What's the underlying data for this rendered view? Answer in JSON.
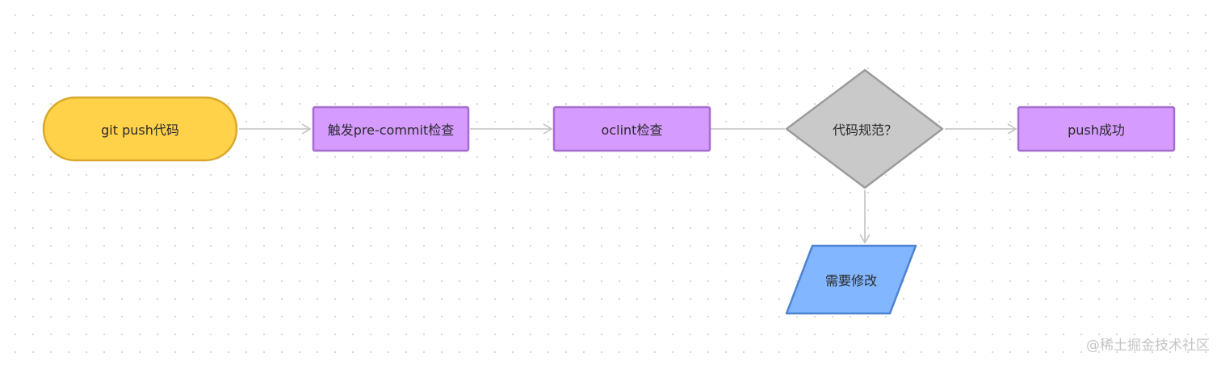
{
  "flowchart": {
    "nodes": {
      "start": {
        "label": "git push代码",
        "shape": "terminator",
        "fill": "#ffd24a",
        "stroke": "#d9a72a"
      },
      "trigger": {
        "label": "触发pre-commit检查",
        "shape": "process",
        "fill": "#d59bff",
        "stroke": "#a56ccf"
      },
      "oclint": {
        "label": "oclint检查",
        "shape": "process",
        "fill": "#d59bff",
        "stroke": "#a56ccf"
      },
      "decision": {
        "label": "代码规范？",
        "shape": "decision",
        "fill": "#c9c9c9",
        "stroke": "#9b9b9b"
      },
      "success": {
        "label": "push成功",
        "shape": "process",
        "fill": "#d59bff",
        "stroke": "#a56ccf"
      },
      "fix": {
        "label": "需要修改",
        "shape": "io",
        "fill": "#82b6ff",
        "stroke": "#4f83d1"
      }
    },
    "edges": [
      {
        "from": "start",
        "to": "trigger"
      },
      {
        "from": "trigger",
        "to": "oclint"
      },
      {
        "from": "oclint",
        "to": "decision"
      },
      {
        "from": "decision",
        "to": "success"
      },
      {
        "from": "decision",
        "to": "fix"
      }
    ],
    "connector_color": "#c2c2c2"
  },
  "watermark": "@稀土掘金技术社区"
}
